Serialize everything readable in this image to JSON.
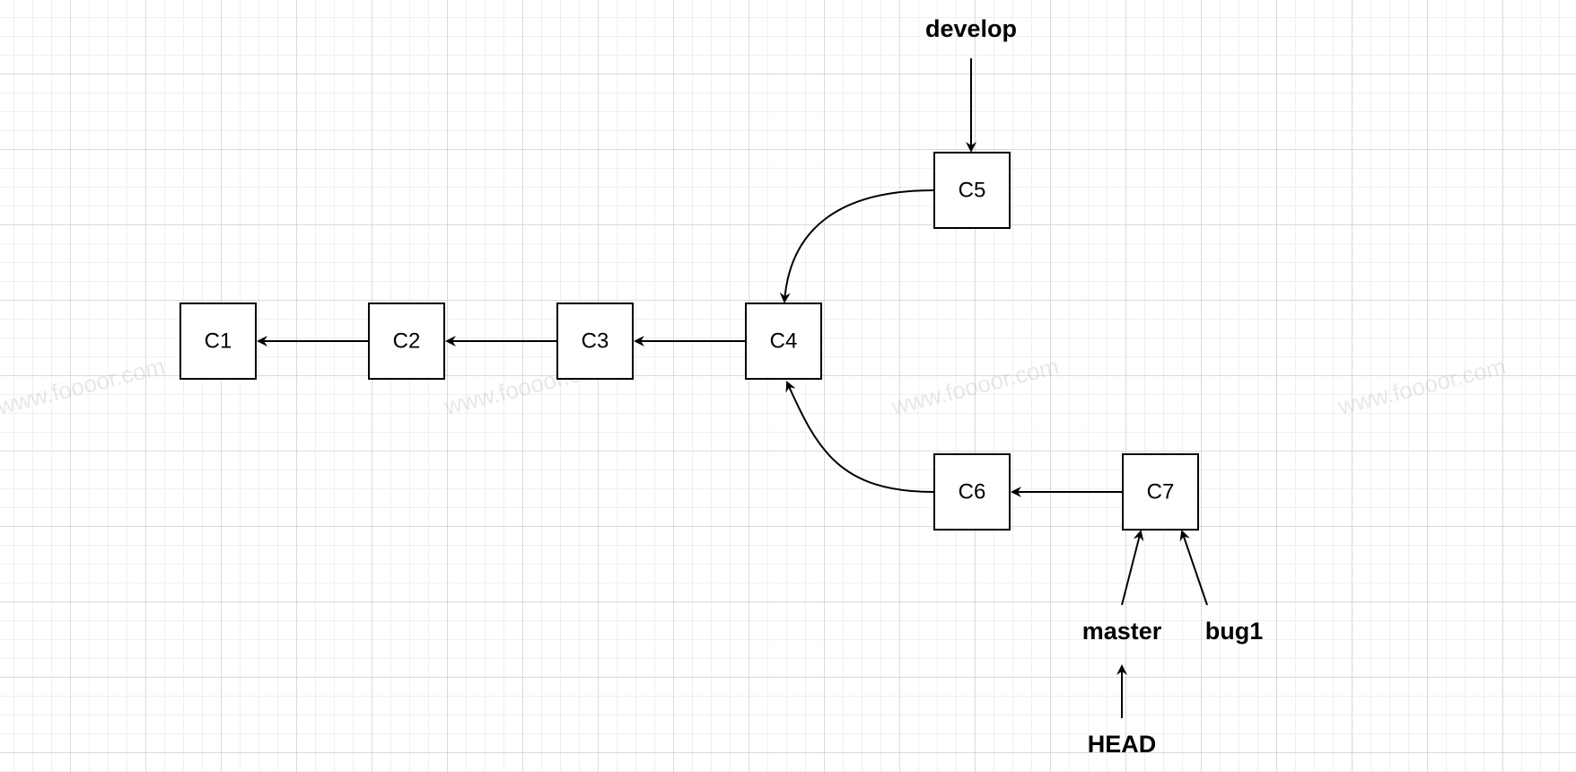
{
  "watermark": {
    "text": "www.foooor.com"
  },
  "commits": {
    "c1": "C1",
    "c2": "C2",
    "c3": "C3",
    "c4": "C4",
    "c5": "C5",
    "c6": "C6",
    "c7": "C7"
  },
  "refs": {
    "develop": "develop",
    "master": "master",
    "bug1": "bug1",
    "head": "HEAD"
  },
  "colors": {
    "stroke": "#000000",
    "background": "#ffffff",
    "grid": "#d8d8d8"
  }
}
